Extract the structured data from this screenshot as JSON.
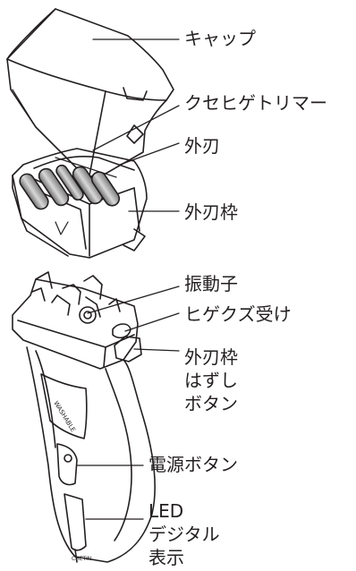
{
  "labels": {
    "cap": "キャップ",
    "trimmer": "クセヒゲトリマー",
    "outer_blade": "外刃",
    "outer_blade_frame": "外刃枠",
    "oscillator": "振動子",
    "whisker_receiver": "ヒゲクズ受け",
    "release_button": [
      "外刃枠",
      "はずし",
      "ボタン"
    ],
    "power_button": "電源ボタン",
    "led_display": [
      "LED",
      "デジタル",
      "表示"
    ]
  },
  "imprints": {
    "body_text": "WASHABLE",
    "brand_text": "CHETIN"
  },
  "colors": {
    "ink": "#231f20",
    "background": "#ffffff",
    "blade_gray": "#8c8c8c"
  }
}
